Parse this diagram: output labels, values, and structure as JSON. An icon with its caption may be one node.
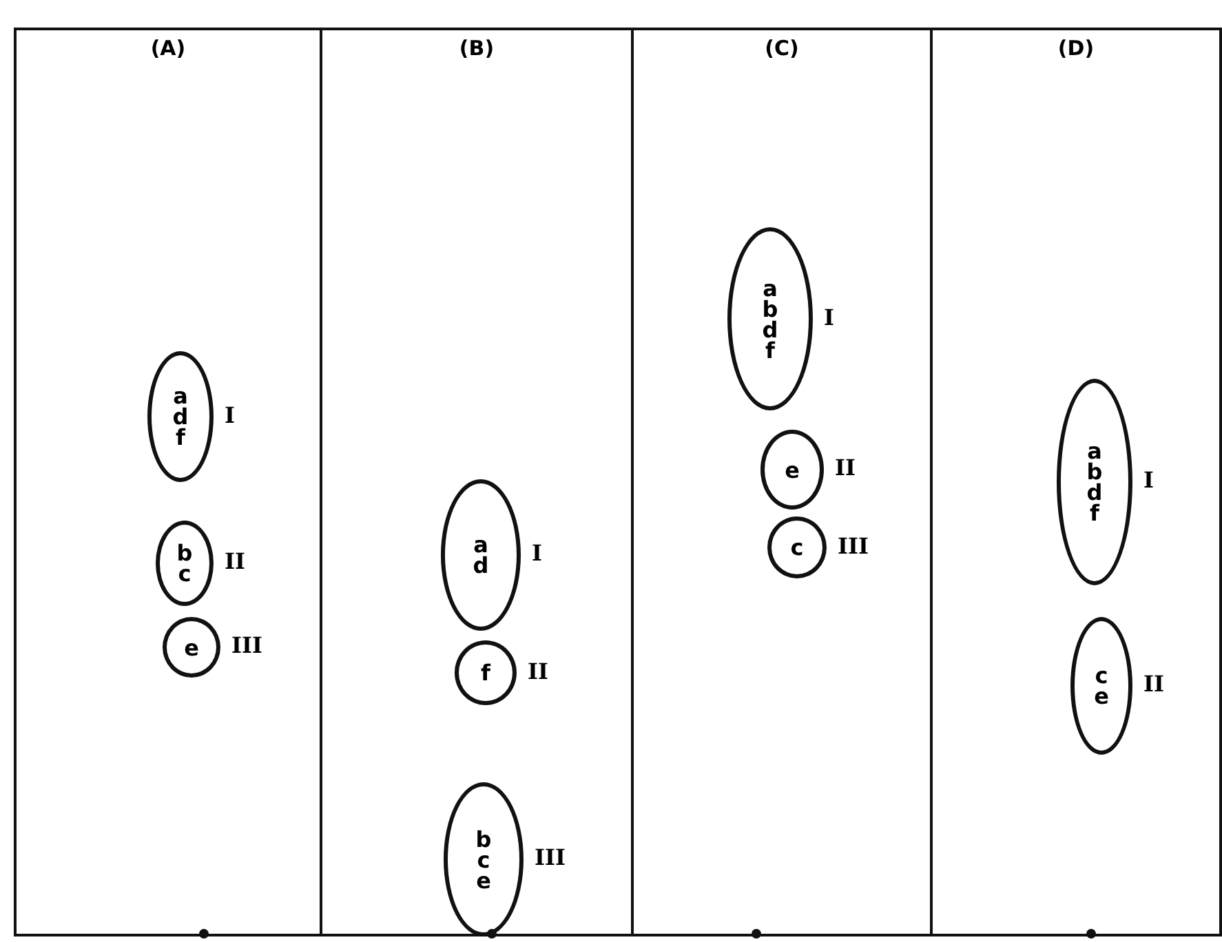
{
  "diagram": {
    "nodes": [
      {
        "text": [
          "(A)"
        ]
      },
      {
        "text": [
          "(B)"
        ]
      },
      {
        "text": [
          "(C)"
        ]
      },
      {
        "text": [
          "(D)"
        ]
      },
      {
        "text": [
          "a d f"
        ],
        "beside": [
          "I"
        ],
        "in": 0
      },
      {
        "text": [
          "b c"
        ],
        "beside": [
          "II"
        ],
        "in": 0
      },
      {
        "text": [
          "e"
        ],
        "beside": [
          "III"
        ],
        "in": 0
      },
      {
        "text": [
          "a d"
        ],
        "beside": [
          "I"
        ],
        "in": 1
      },
      {
        "text": [
          "f"
        ],
        "beside": [
          "II"
        ],
        "in": 1
      },
      {
        "text": [
          "b c e"
        ],
        "beside": [
          "III"
        ],
        "in": 1
      },
      {
        "text": [
          "a b d f"
        ],
        "beside": [
          "I"
        ],
        "in": 2
      },
      {
        "text": [
          "e"
        ],
        "beside": [
          "II"
        ],
        "in": 2
      },
      {
        "text": [
          "c"
        ],
        "beside": [
          "III"
        ],
        "in": 2
      },
      {
        "text": [
          "a b d f"
        ],
        "beside": [
          "I"
        ],
        "in": 3
      },
      {
        "text": [
          "c e"
        ],
        "beside": [
          "II"
        ],
        "in": 3
      }
    ],
    "edges": []
  }
}
